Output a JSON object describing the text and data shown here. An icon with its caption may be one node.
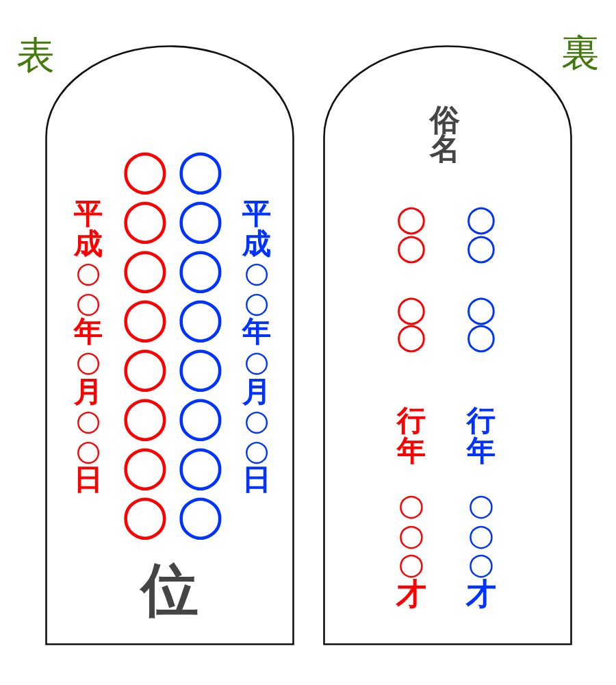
{
  "diagram": {
    "nodes": [
      {
        "text": [
          "表",
          "平成○○年○月○○日",
          "○○○○○○○○",
          "○○○○○○○○",
          "平成○○年○月○○日",
          "位"
        ]
      },
      {
        "text": [
          "裏",
          "俗名",
          "○○",
          "○○",
          "行年",
          "○○○才",
          "○○",
          "○○",
          "行年",
          "○○○才"
        ]
      }
    ]
  }
}
